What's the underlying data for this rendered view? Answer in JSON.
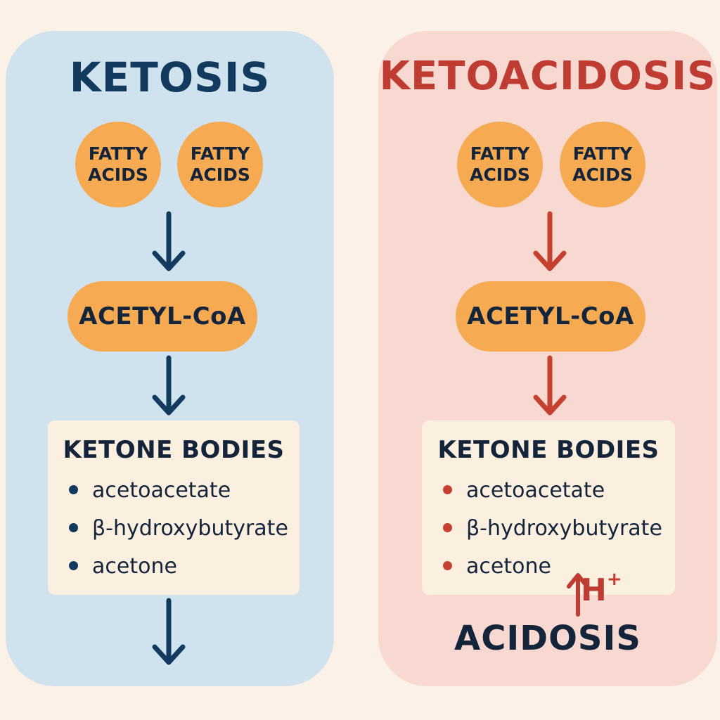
{
  "left_panel": {
    "title": "KETOSIS",
    "fatty_acids": [
      "FATTY\nACIDS",
      "FATTY\nACIDS"
    ],
    "acetyl": "ACETYL-CoA",
    "box_title": "KETONE BODIES",
    "items": [
      "acetoacetate",
      "β-hydroxybutyrate",
      "acetone"
    ]
  },
  "right_panel": {
    "title": "KETOACIDOSIS",
    "fatty_acids": [
      "FATTY\nACIDS",
      "FATTY\nACIDS"
    ],
    "acetyl": "ACETYL-CoA",
    "box_title": "KETONE BODIES",
    "items": [
      "acetoacetate",
      "β-hydroxybutyrate",
      "acetone"
    ],
    "h_plus": "H",
    "h_plus_sup": "+",
    "result": "ACIDOSIS"
  },
  "colors": {
    "background": "#fbf1e7",
    "ketosis_panel": "#cfe2ee",
    "ketoacidosis_panel": "#f8d9d1",
    "ketosis_accent": "#123a5e",
    "ketoacidosis_accent": "#bf3c33",
    "node_fill": "#f6ab52",
    "box_fill": "#fbefdf"
  }
}
